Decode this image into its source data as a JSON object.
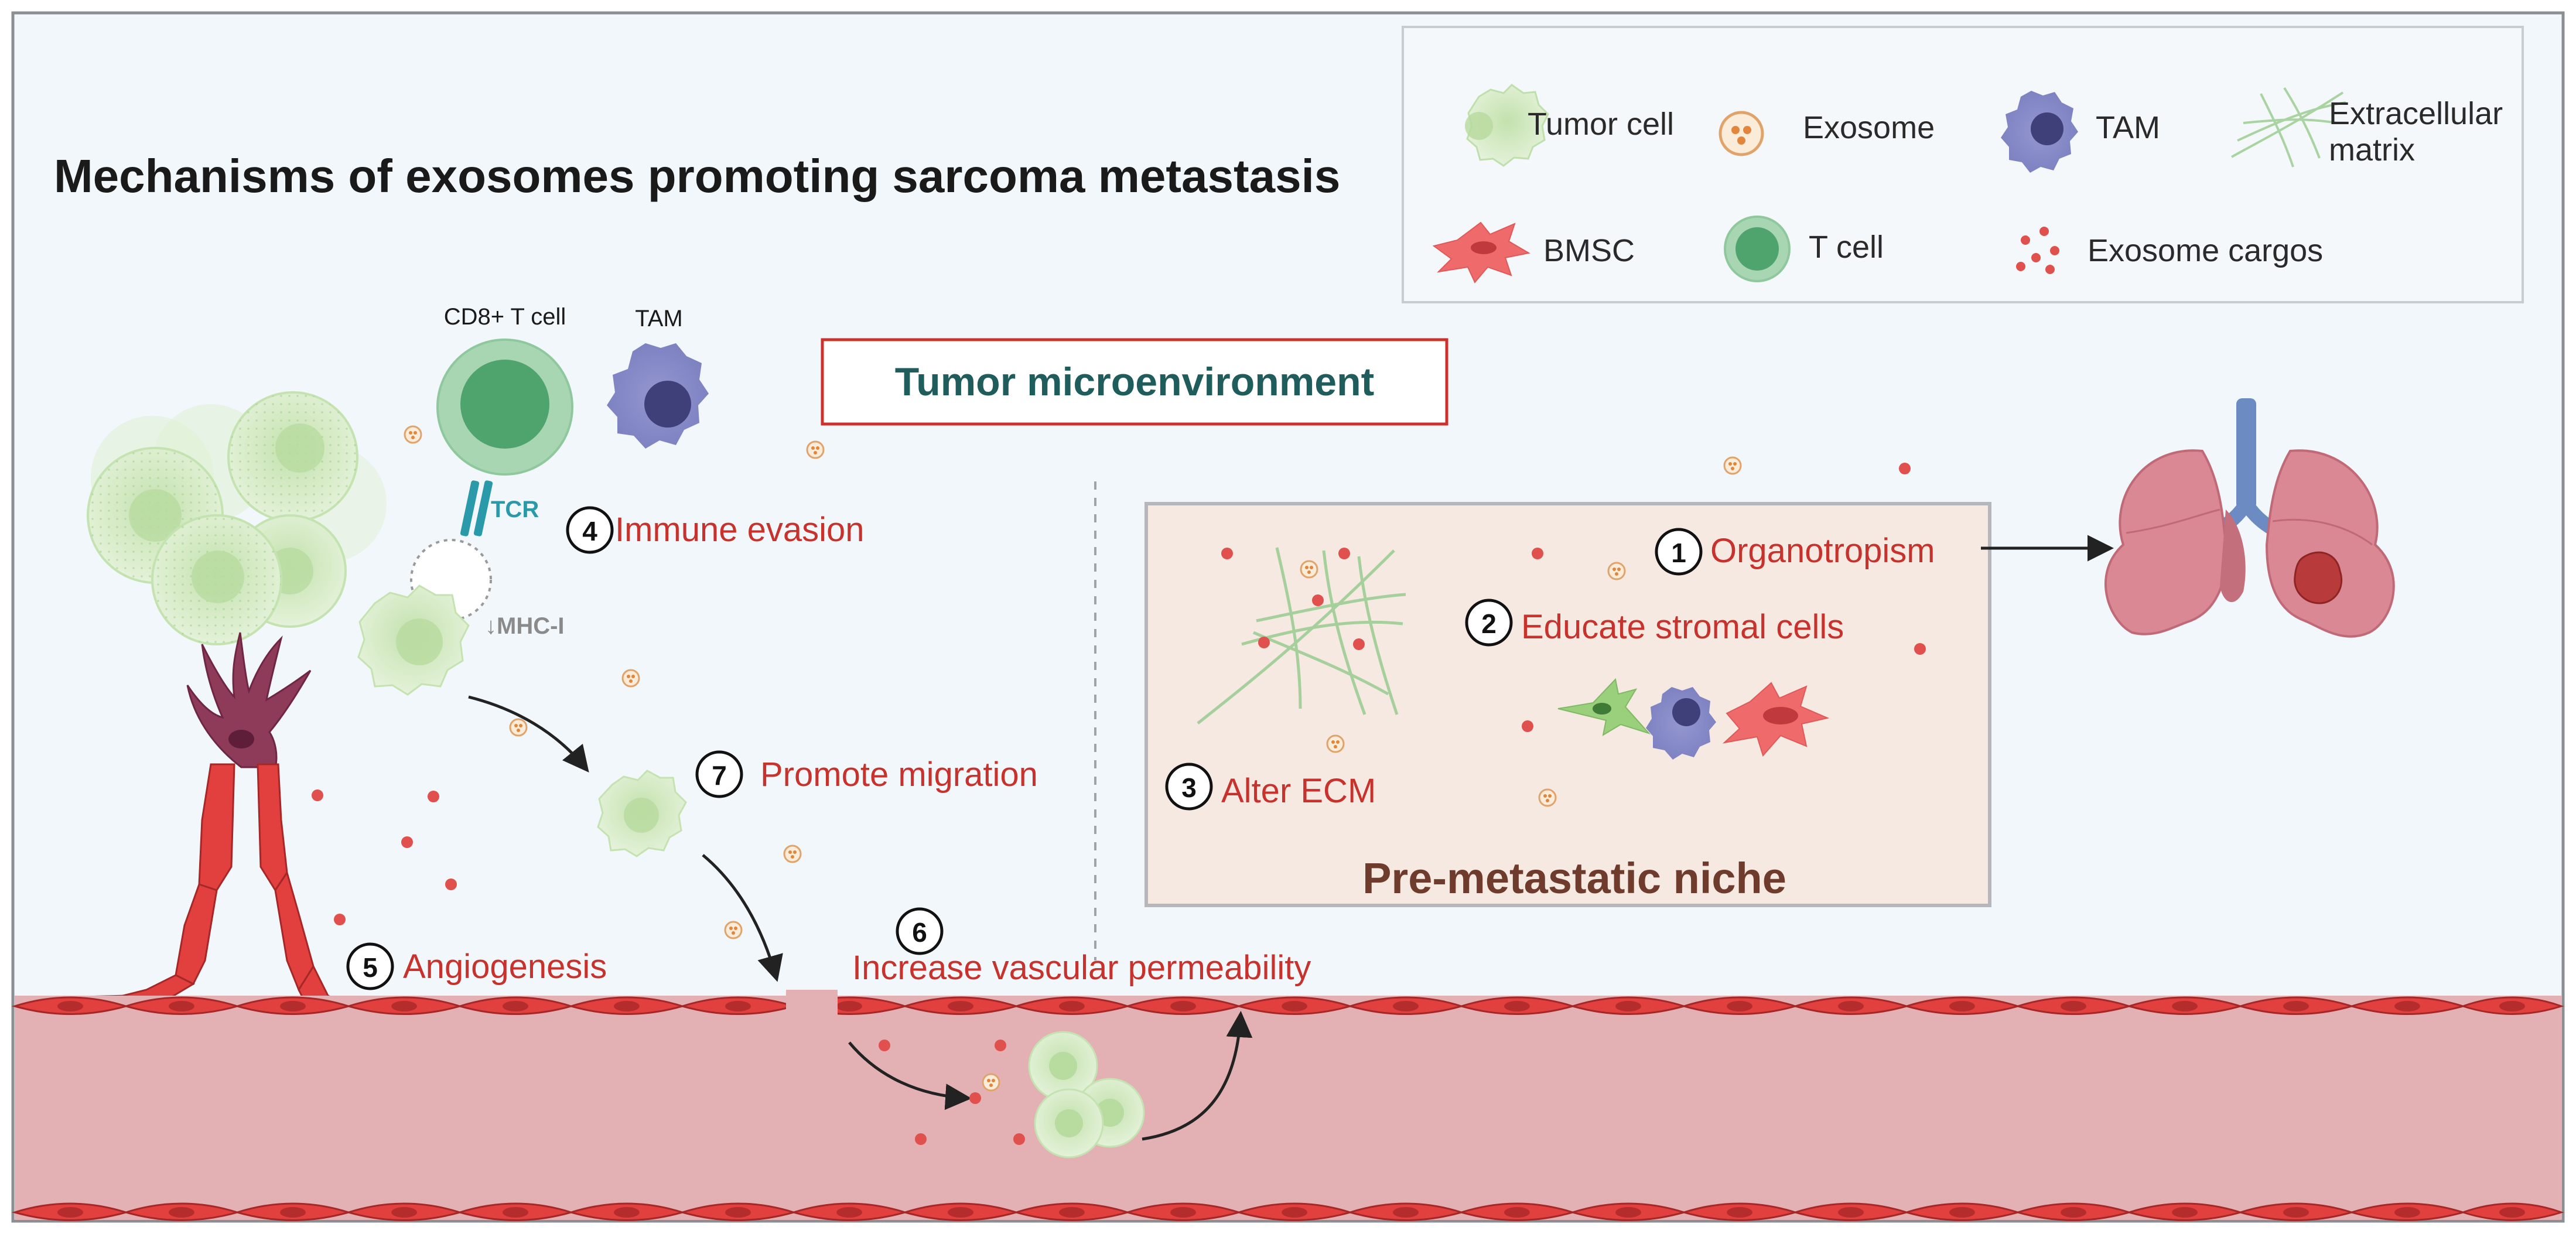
{
  "title": "Mechanisms of exosomes promoting sarcoma metastasis",
  "tumor_microenvironment": "Tumor microenvironment",
  "pre_metastatic_niche": "Pre-metastatic niche",
  "legend": {
    "tumor_cell": "Tumor cell",
    "exosome": "Exosome",
    "tam": "TAM",
    "ecm_line1": "Extracellular",
    "ecm_line2": "matrix",
    "bmsc": "BMSC",
    "t_cell": "T cell",
    "exosome_cargos": "Exosome cargos"
  },
  "labels": {
    "cd8_t_cell": "CD8+ T cell",
    "tam": "TAM",
    "tcr": "TCR",
    "mhc": "↓MHC-I"
  },
  "steps": [
    {
      "num": "1",
      "text": "Organotropism"
    },
    {
      "num": "2",
      "text": "Educate  stromal cells"
    },
    {
      "num": "3",
      "text": "Alter ECM"
    },
    {
      "num": "4",
      "text": "Immune evasion"
    },
    {
      "num": "5",
      "text": "Angiogenesis"
    },
    {
      "num": "6",
      "text": "Increase  vascular permeability"
    },
    {
      "num": "7",
      "text": "Promote migration"
    }
  ],
  "colors": {
    "background": "#f2f7fb",
    "title": "#1a1a1a",
    "step_text": "#c8322d",
    "tme_text": "#1f5c5c",
    "niche_bg": "#f5e9e1",
    "niche_text": "#6e3b2c",
    "vessel_cell": "#e2403e",
    "vessel_lumen": "#e3b1b3",
    "tumor_cell": "#d5ecc8",
    "tam": "#7f83c2",
    "t_cell": "#7fbf94"
  }
}
